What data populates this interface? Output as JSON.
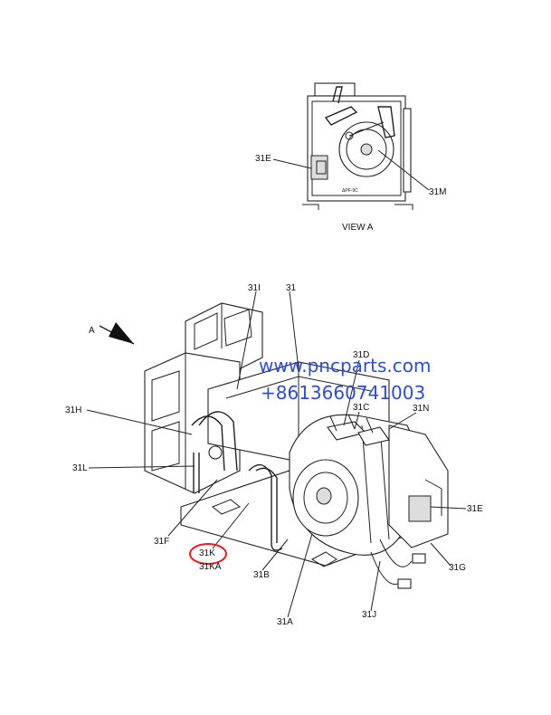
{
  "view_a": {
    "title": "VIEW   A",
    "labels": {
      "e": "31E",
      "m": "31M",
      "plate": "ΔPF-9C"
    }
  },
  "main": {
    "arrow_label": "A",
    "labels": {
      "i": "31I",
      "assembly": "31",
      "d": "31D",
      "c": "31C",
      "n": "31N",
      "h": "31H",
      "l": "31L",
      "e": "31E",
      "f": "31F",
      "k": "31K",
      "ka": "31KA",
      "b": "31B",
      "g": "31G",
      "a": "31A",
      "j": "31J"
    },
    "highlight": {
      "target": "31K",
      "color": "#e02020"
    }
  },
  "watermark": {
    "url": "www.pncparts.com",
    "phone": "+8613660741003",
    "color": "#2f4fc8"
  }
}
